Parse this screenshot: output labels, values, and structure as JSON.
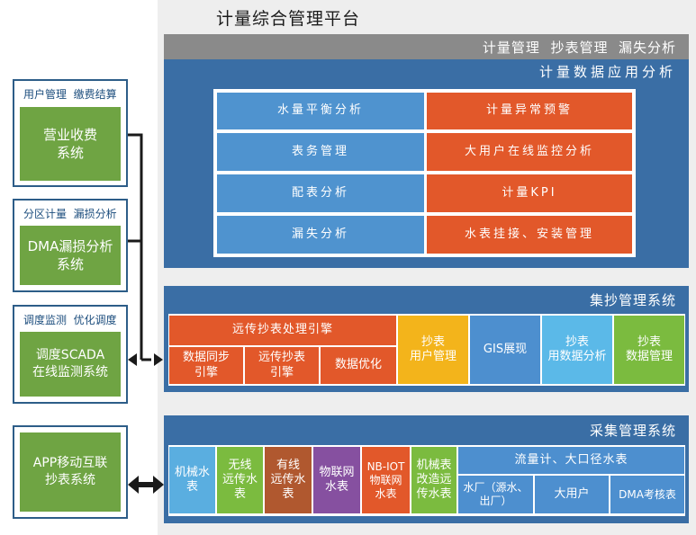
{
  "platform_title": "计量综合管理平台",
  "top_banner": "计量管理  抄表管理  漏失分析",
  "metering_app": {
    "title": "计量数据应用分析",
    "left_items": [
      "水量平衡分析",
      "表务管理",
      "配表分析",
      "漏失分析"
    ],
    "right_items": [
      "计量异常预警",
      "大用户在线监控分析",
      "计量KPI",
      "水表挂接、安装管理"
    ]
  },
  "reading_system": {
    "title": "集抄管理系统",
    "engine_title": "远传抄表处理引擎",
    "engine_subs": [
      "数据同步\n引擎",
      "远传抄表\n引擎",
      "数据优化"
    ],
    "modules": [
      "抄表\n用户管理",
      "GIS展现",
      "抄表\n用数据分析",
      "抄表\n数据管理"
    ]
  },
  "collection_system": {
    "title": "采集管理系统",
    "meters": [
      "机械水\n表",
      "无线\n远传水\n表",
      "有线\n远传水\n表",
      "物联网\n水表",
      "NB-IOT\n物联网\n水表",
      "机械表\n改造远\n传水表"
    ],
    "flow_title": "流量计、大口径水表",
    "flow_subs": [
      "水厂（源水、\n出厂）",
      "大用户",
      "DMA考核表"
    ]
  },
  "left_systems": [
    {
      "header": "用户管理  缴费结算",
      "name": "营业收费\n系统"
    },
    {
      "header": "分区计量  漏损分析",
      "name": "DMA漏损分析\n系统"
    },
    {
      "header": "调度监测  优化调度",
      "name": "调度SCADA\n在线监测系统"
    }
  ],
  "app_system": {
    "name": "APP移动互联\n抄表系统"
  },
  "colors": {
    "navy": "#2d5d88",
    "section_blue": "#3a6ea5",
    "light_blue": "#4f93cf",
    "orange": "#e2582a",
    "yellow": "#f3b41b",
    "mid_blue": "#4d8fcf",
    "sky": "#5bb9e8",
    "green": "#6fa443",
    "lime": "#7bbb3f",
    "brown": "#b0582f",
    "purple": "#8650a0",
    "teal_blue": "#5aaee0"
  }
}
